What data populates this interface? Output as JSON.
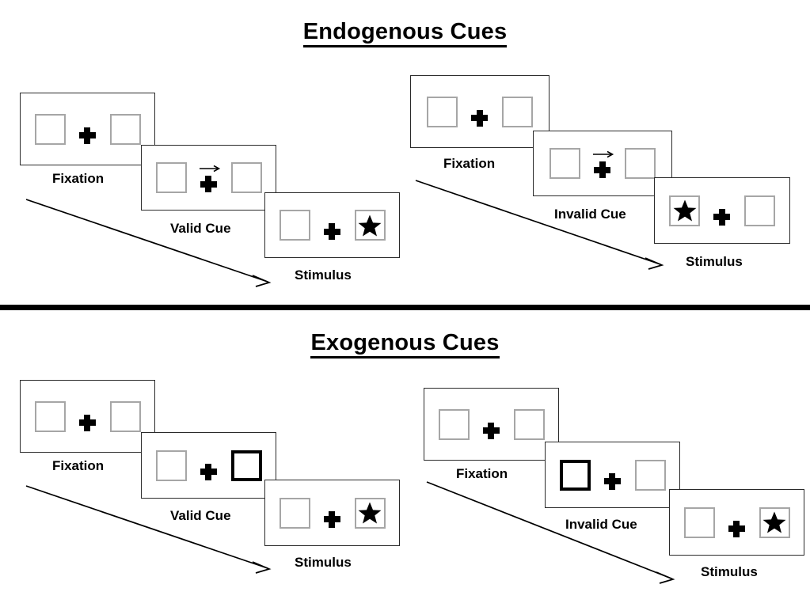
{
  "figure": {
    "sections": [
      {
        "id": "endogenous",
        "title": "Endogenous Cues",
        "conditions": [
          {
            "id": "endogenous-valid",
            "cue_type": "arrow",
            "cue_direction": "right",
            "frames": [
              {
                "caption": "Fixation",
                "cue": "none",
                "target": "none"
              },
              {
                "caption": "Valid Cue",
                "cue": "arrow-right",
                "target": "none"
              },
              {
                "caption": "Stimulus",
                "cue": "none",
                "target": "right"
              }
            ]
          },
          {
            "id": "endogenous-invalid",
            "cue_type": "arrow",
            "cue_direction": "right",
            "frames": [
              {
                "caption": "Fixation",
                "cue": "none",
                "target": "none"
              },
              {
                "caption": "Invalid Cue",
                "cue": "arrow-right",
                "target": "none"
              },
              {
                "caption": "Stimulus",
                "cue": "none",
                "target": "left"
              }
            ]
          }
        ]
      },
      {
        "id": "exogenous",
        "title": "Exogenous Cues",
        "conditions": [
          {
            "id": "exogenous-valid",
            "cue_type": "box-highlight",
            "cue_direction": "right",
            "frames": [
              {
                "caption": "Fixation",
                "cue": "none",
                "target": "none"
              },
              {
                "caption": "Valid Cue",
                "cue": "box-right",
                "target": "none"
              },
              {
                "caption": "Stimulus",
                "cue": "none",
                "target": "right"
              }
            ]
          },
          {
            "id": "exogenous-invalid",
            "cue_type": "box-highlight",
            "cue_direction": "left",
            "frames": [
              {
                "caption": "Fixation",
                "cue": "none",
                "target": "none"
              },
              {
                "caption": "Invalid Cue",
                "cue": "box-left",
                "target": "none"
              },
              {
                "caption": "Stimulus",
                "cue": "none",
                "target": "right"
              }
            ]
          }
        ]
      }
    ],
    "colors": {
      "box_outline": "#a6a6a6",
      "cued_box_outline": "#000000",
      "frame_outline": "#2a2a2a",
      "fixation_cross": "#000000",
      "stimulus": "#000000",
      "divider": "#000000",
      "background": "#ffffff"
    },
    "icons": {
      "fixation": "plus-cross-icon",
      "stimulus": "star-icon",
      "endogenous_cue": "arrow-right-icon",
      "exogenous_cue": "thick-box-outline-icon",
      "timeline": "diagonal-arrow-icon"
    }
  }
}
